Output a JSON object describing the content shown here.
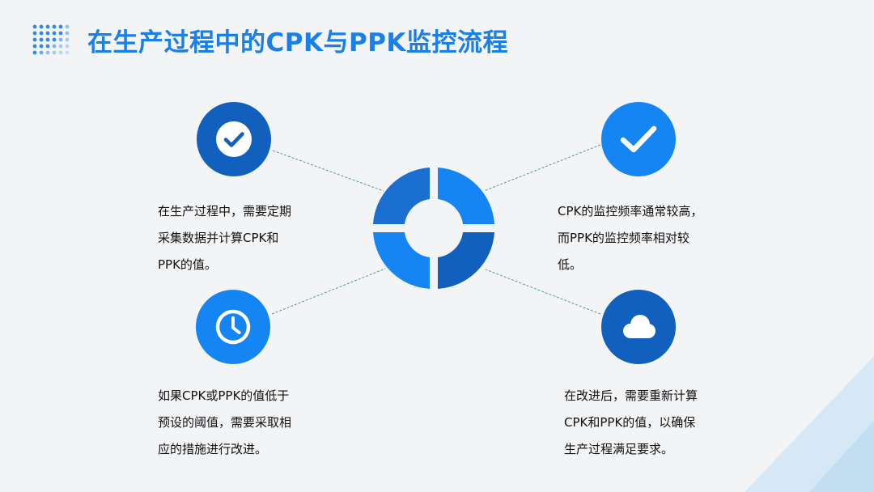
{
  "title": "在生产过程中的CPK与PPK监控流程",
  "colors": {
    "accent": "#1585f3",
    "dark_blue": "#1260be",
    "title": "#1a7fe6",
    "connector": "#5a9a86",
    "background": "#f3f4f6",
    "corner": "#d6e8f5"
  },
  "nodes": [
    {
      "icon": "check-circle-icon",
      "text": [
        "在生产过程中，需要定期",
        "采集数据并计算CPK和",
        "PPK的值。"
      ]
    },
    {
      "icon": "checkmark-icon",
      "text": [
        "CPK的监控频率通常较高，",
        "而PPK的监控频率相对较",
        "低。"
      ]
    },
    {
      "icon": "clock-icon",
      "text": [
        "如果CPK或PPK的值低于",
        "预设的阈值，需要采取相",
        "应的措施进行改进。"
      ]
    },
    {
      "icon": "cloud-icon",
      "text": [
        "在改进后，需要重新计算",
        "CPK和PPK的值，以确保",
        "生产过程满足要求。"
      ]
    }
  ]
}
